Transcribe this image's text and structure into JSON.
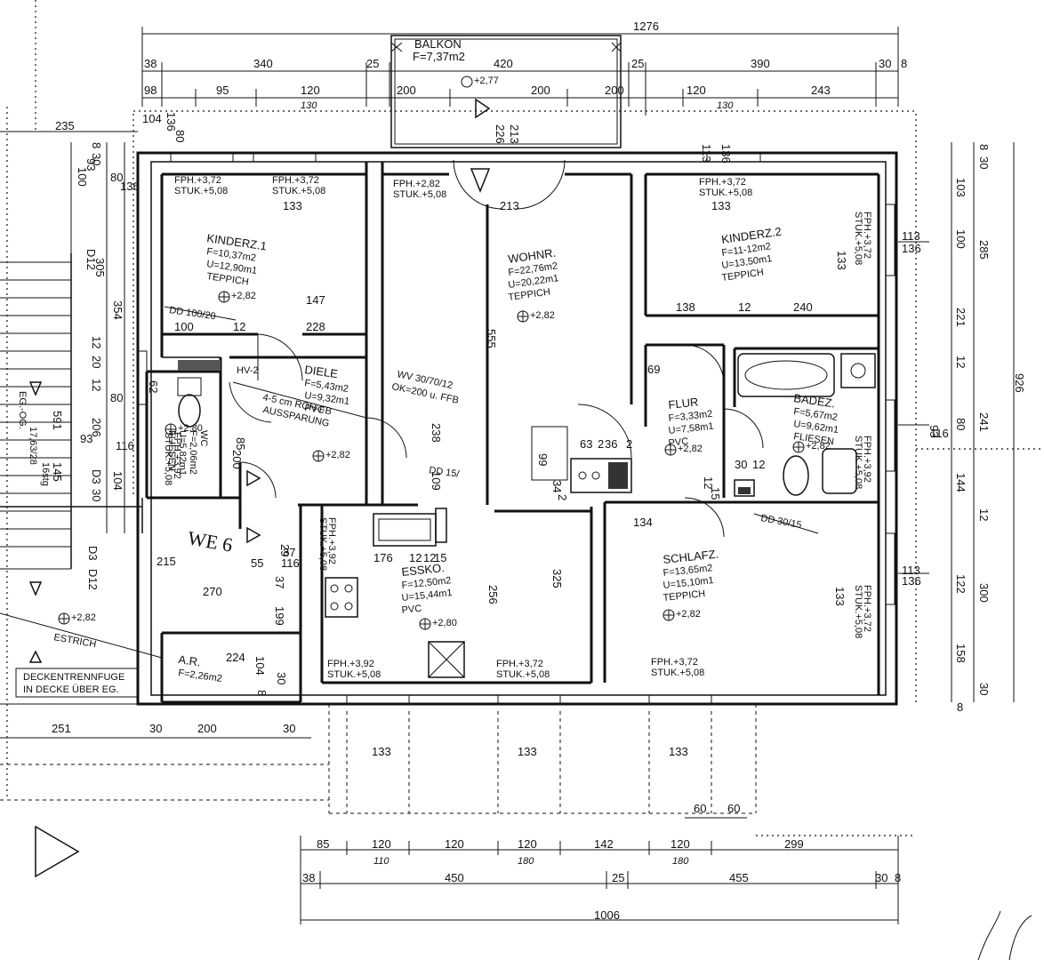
{
  "top_dims": {
    "overall": "1276",
    "row1": [
      "38",
      "340",
      "25",
      "420",
      "25",
      "390",
      "30",
      "8"
    ],
    "row2": [
      "98",
      "95",
      "120",
      "200",
      "200",
      "200",
      "120",
      "243"
    ],
    "handwritten": [
      "130",
      "130"
    ]
  },
  "balcony": {
    "name": "BALKON",
    "area": "F=7,37m2",
    "level": "+2,77"
  },
  "bottom_dims": {
    "overall": "1006",
    "row1": [
      "38",
      "450",
      "25",
      "455",
      "30",
      "8"
    ],
    "row2": [
      "85",
      "120",
      "120",
      "120",
      "142",
      "120",
      "299"
    ],
    "handwritten": [
      "110",
      "180",
      "180"
    ],
    "small": [
      "60",
      "60"
    ]
  },
  "left_dims": [
    "235",
    "104",
    "136",
    "80",
    "100",
    "136",
    "8",
    "30",
    "93",
    "80",
    "305",
    "354",
    "12",
    "20",
    "12",
    "206",
    "80",
    "93",
    "116",
    "104",
    "D3",
    "30",
    "215",
    "270",
    "D3",
    "591",
    "145"
  ],
  "right_dims": [
    "8",
    "30",
    "103",
    "100",
    "285",
    "221",
    "12",
    "926",
    "241",
    "80",
    "93",
    "116",
    "144",
    "12",
    "122",
    "300",
    "158",
    "30",
    "8"
  ],
  "rooms": [
    {
      "id": "kinderz1",
      "lines": [
        "KINDERZ.1",
        "F=10,37m2",
        "U=12,90m1",
        "TEPPICH"
      ]
    },
    {
      "id": "wohnr",
      "lines": [
        "WOHNR.",
        "F=22,76m2",
        "U=20,22m1",
        "TEPPICH"
      ]
    },
    {
      "id": "kinderz2",
      "lines": [
        "KINDERZ.2",
        "F=11-12m2",
        "U=13,50m1",
        "TEPPICH"
      ]
    },
    {
      "id": "diele",
      "lines": [
        "DIELE",
        "F=5,43m2",
        "U=9,32m1",
        "PVC"
      ]
    },
    {
      "id": "flur",
      "lines": [
        "FLUR",
        "F=3,33m2",
        "U=7,58m1",
        "PVC"
      ]
    },
    {
      "id": "badez",
      "lines": [
        "BADEZ.",
        "F=5,67m2",
        "U=9,62m1",
        "FLIESEN"
      ]
    },
    {
      "id": "essko",
      "lines": [
        "ESSKO.",
        "F=12,50m2",
        "U=15,44m1",
        "PVC"
      ]
    },
    {
      "id": "schlafz",
      "lines": [
        "SCHLAFZ.",
        "F=13,65m2",
        "U=15,10m1",
        "TEPPICH"
      ]
    },
    {
      "id": "ar",
      "lines": [
        "A.R.",
        "F=2,26m2"
      ]
    },
    {
      "id": "wc",
      "lines": [
        "WC",
        "F=2,06m2",
        "U=5,82m1",
        "FLIESEN"
      ]
    }
  ],
  "window_notes": [
    [
      "FPH.+3,72",
      "STUK.+5,08"
    ],
    [
      "FPH.+3,72",
      "STUK.+5,08"
    ],
    [
      "FPH.+2,82",
      "STUK.+5,08"
    ],
    [
      "FPH.+3,72",
      "STUK.+5,08"
    ],
    [
      "FPH.+3,92",
      "STUK.+5,08"
    ],
    [
      "FPH.+3,72",
      "STUK.+5,08"
    ],
    [
      "FPH.+3,72",
      "STUK.+5,08"
    ]
  ],
  "levels": [
    "+2,82",
    "+2,82",
    "+2,82",
    "+2,80",
    "+2,82",
    "+2,82",
    "+2,80",
    "+2,82",
    "+2,82"
  ],
  "notes": {
    "dd1": "DD 100/20",
    "dd2": "DD 15/",
    "dd3": "DD 30/15",
    "wv": "WV 30/70/12",
    "ok": "OK=200 u. FFB",
    "hv": "HV-2",
    "recess1": "4-5 cm ROH-FB",
    "recess2": "AUSSPARUNG",
    "we": "WE 6",
    "estrich": "ESTRICH",
    "joint1": "DECKENTRENNFUGE",
    "joint2": "IN DECKE ÜBER EG.",
    "stair1": "16stg",
    "stair2": "17,63/28",
    "stair3": "EG.-OG.",
    "door_tag": "D12"
  },
  "inner_dims": [
    "133",
    "133",
    "133",
    "147",
    "228",
    "100",
    "12",
    "138",
    "12",
    "240",
    "69",
    "63",
    "2",
    "36",
    "2",
    "34",
    "2",
    "99",
    "30",
    "12",
    "12",
    "15",
    "134",
    "176",
    "12",
    "12",
    "15",
    "55",
    "37",
    "116",
    "29",
    "37",
    "199",
    "224",
    "104",
    "8",
    "30",
    "251",
    "30",
    "200",
    "30",
    "133",
    "133",
    "133",
    "113",
    "136",
    "113",
    "136",
    "133",
    "133",
    "555",
    "256",
    "325",
    "238",
    "109",
    "226",
    "213",
    "213",
    "113",
    "136",
    "62",
    "85",
    "200"
  ]
}
